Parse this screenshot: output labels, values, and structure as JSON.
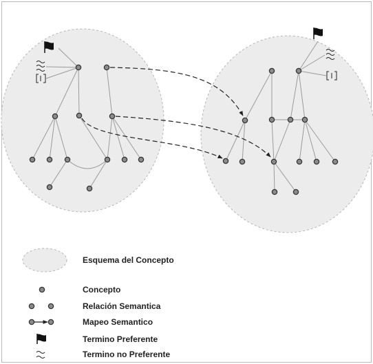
{
  "legend": {
    "schema_label": "Esquema del Concepto",
    "concept_label": "Concepto",
    "semantic_relation_label": "Relación Semantica",
    "semantic_mapping_label": "Mapeo Semantico",
    "preferred_term_label": "Termino Preferente",
    "non_preferred_term_label": "Termino no Preferente"
  },
  "colors": {
    "ellipse_fill": "#ececec",
    "ellipse_stroke": "#b5b5b5",
    "node_fill": "#8c8c8c",
    "node_stroke": "#333333",
    "edge": "#9a9a9a",
    "mapping": "#222222"
  },
  "icons": [
    "flag-icon",
    "tilde-icon",
    "bracket-icon"
  ]
}
